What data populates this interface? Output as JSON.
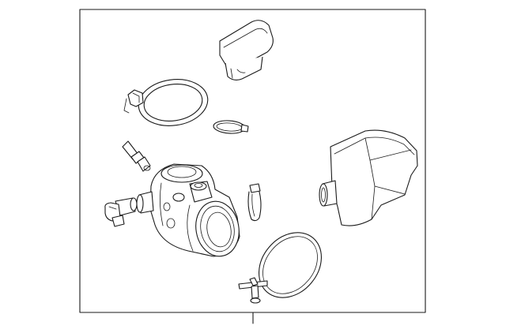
{
  "diagram": {
    "kind": "exploded-parts-illustration",
    "parts": [
      {
        "id": "intake-cover-cap",
        "icon": "cap-icon"
      },
      {
        "id": "large-hose-clamp",
        "icon": "clamp-ring-icon"
      },
      {
        "id": "small-hose-clamp",
        "icon": "clamp-ring-icon"
      },
      {
        "id": "sensor-connector",
        "icon": "connector-icon"
      },
      {
        "id": "throttle-body",
        "icon": "throttle-body-icon"
      },
      {
        "id": "elbow-fitting",
        "icon": "elbow-fitting-icon"
      },
      {
        "id": "spring-clip",
        "icon": "clip-icon"
      },
      {
        "id": "air-resonator-box",
        "icon": "box-icon"
      },
      {
        "id": "seal-ring",
        "icon": "ring-icon"
      },
      {
        "id": "mounting-bolt",
        "icon": "bolt-icon"
      }
    ],
    "colors": {
      "line": "#1a1a1a",
      "background": "#ffffff"
    }
  }
}
